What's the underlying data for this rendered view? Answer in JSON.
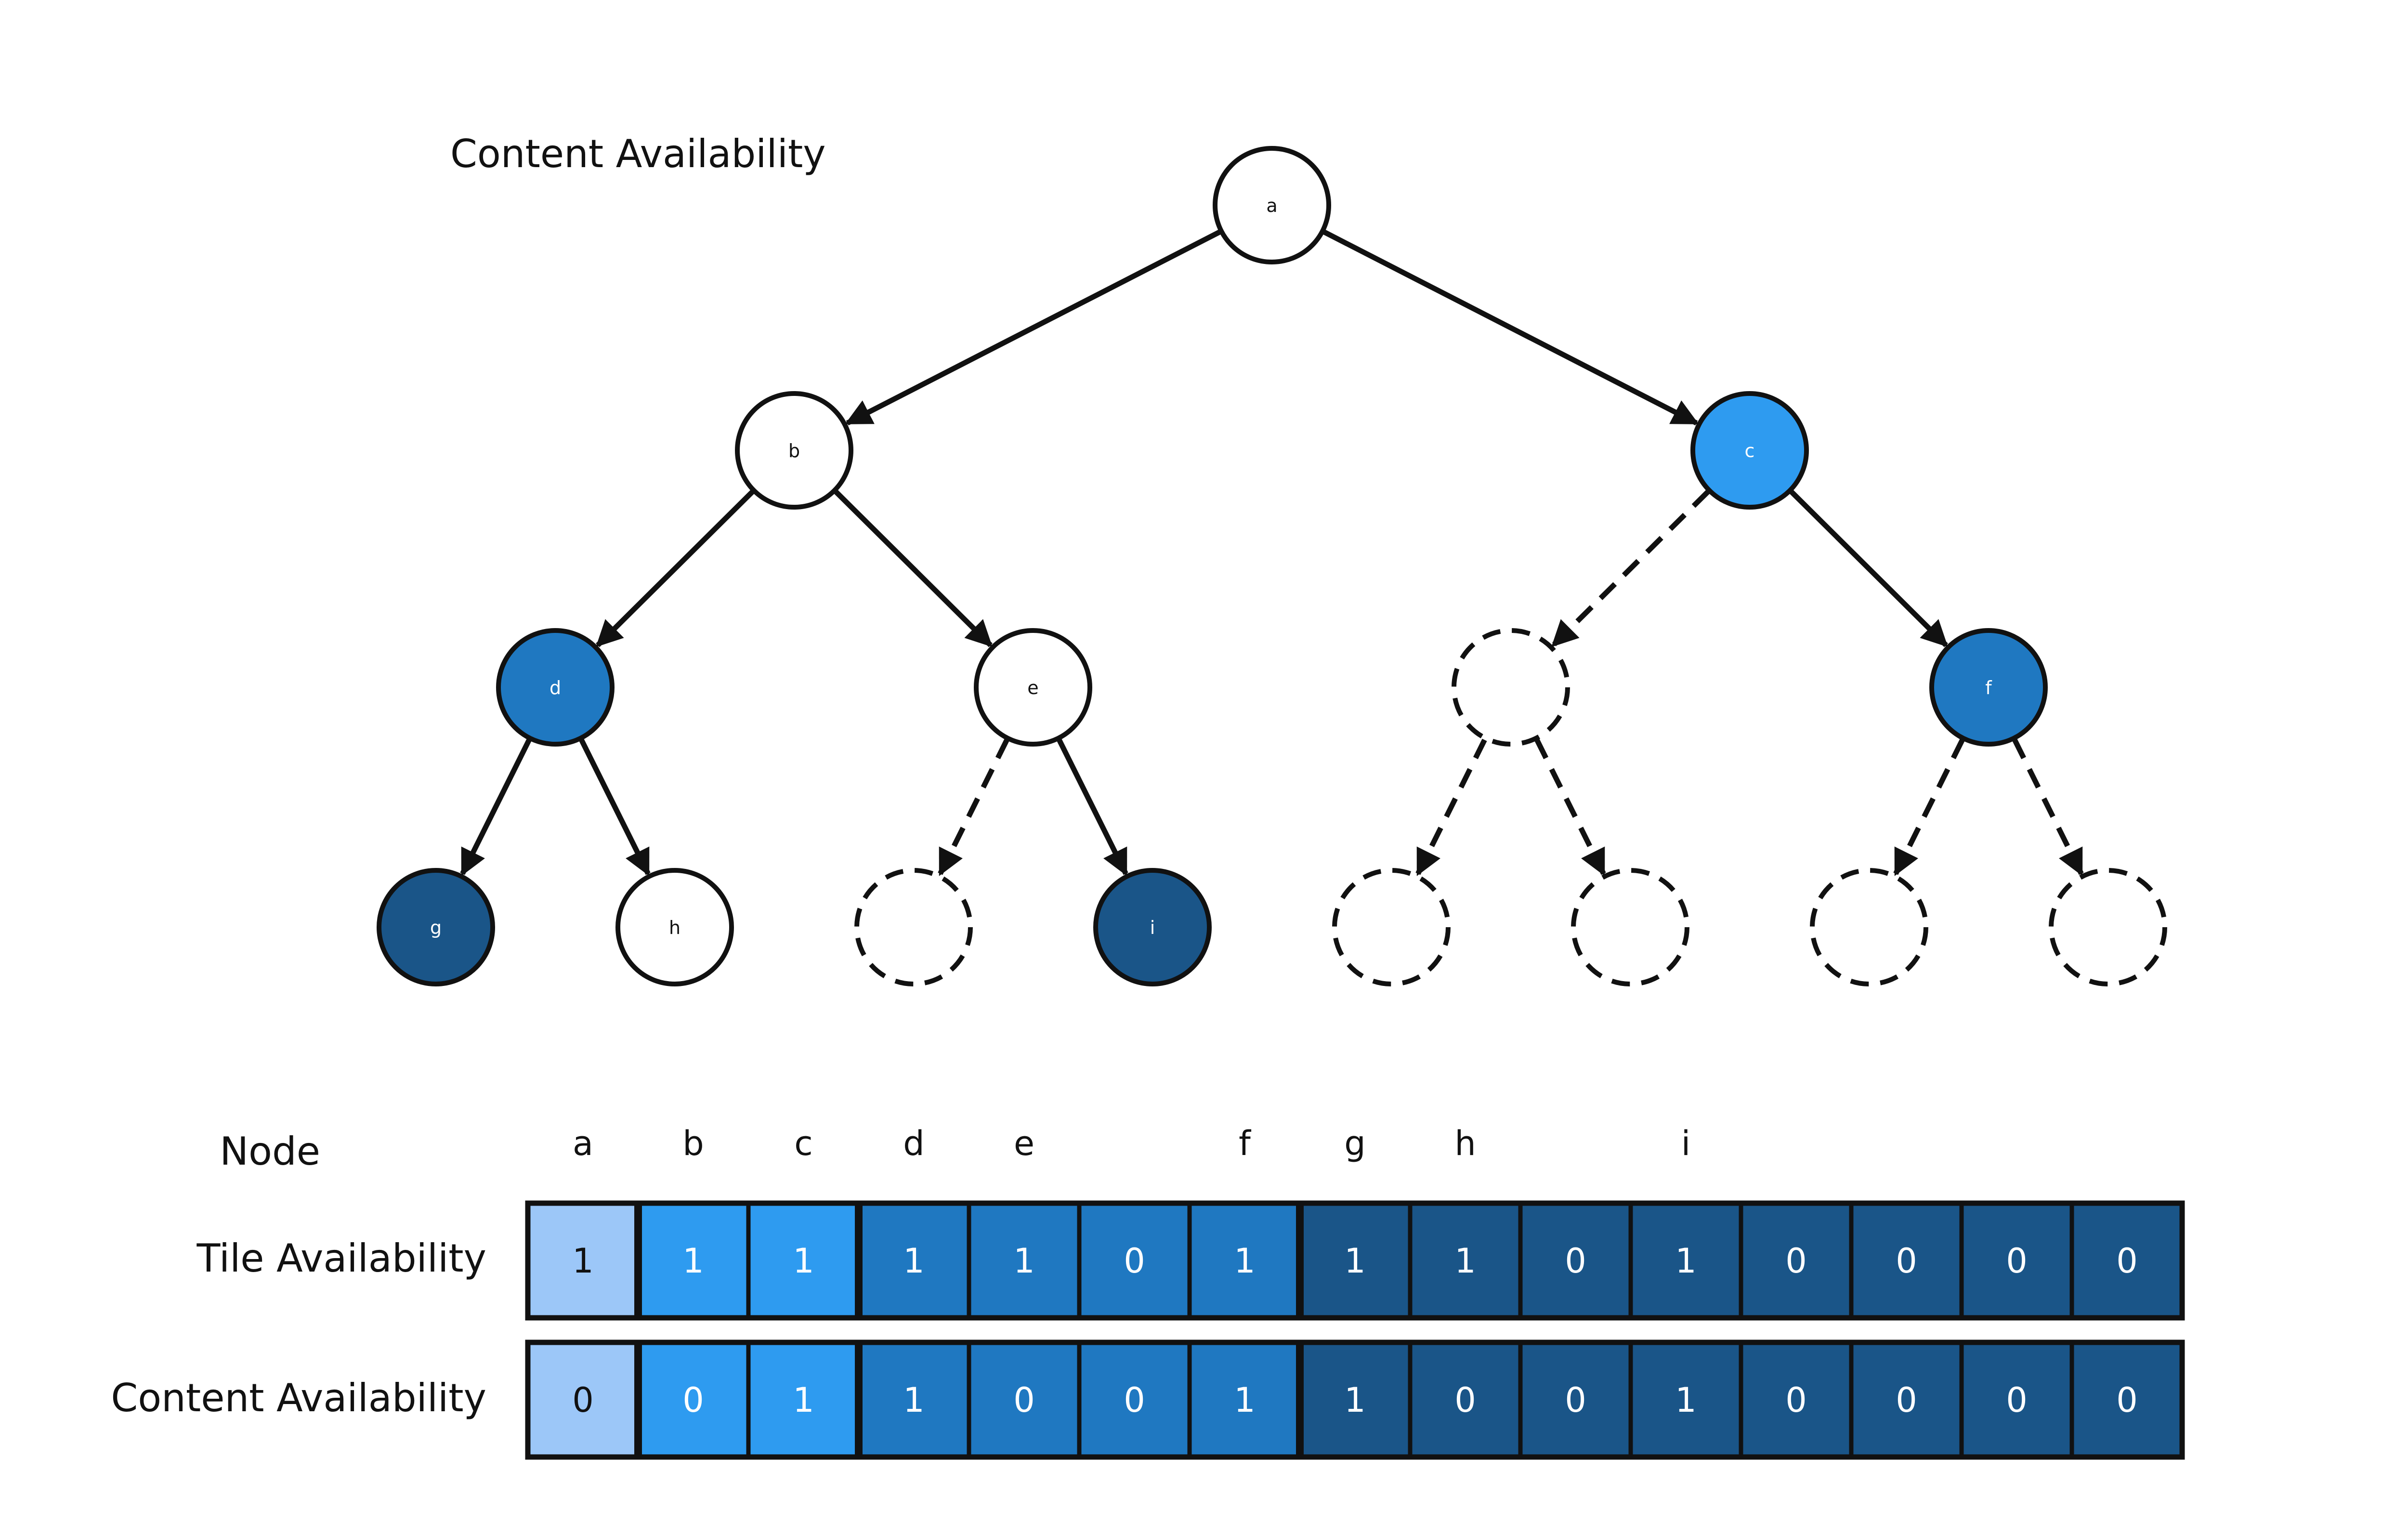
{
  "title": "Content Availability",
  "colors": {
    "white": "#ffffff",
    "light": "#9cc7f8",
    "bright": "#2e9bf0",
    "medium": "#1f78c1",
    "dark": "#1a5588",
    "stroke": "#111111"
  },
  "tree": {
    "nodes": [
      {
        "id": "n-a",
        "label": "a",
        "fill": "white",
        "style": "solid"
      },
      {
        "id": "n-b",
        "label": "b",
        "fill": "white",
        "style": "solid"
      },
      {
        "id": "n-c",
        "label": "c",
        "fill": "bright",
        "style": "solid"
      },
      {
        "id": "n-d",
        "label": "d",
        "fill": "medium",
        "style": "solid"
      },
      {
        "id": "n-e",
        "label": "e",
        "fill": "white",
        "style": "solid"
      },
      {
        "id": "n-u1",
        "label": "",
        "fill": "white",
        "style": "dashed"
      },
      {
        "id": "n-f",
        "label": "f",
        "fill": "medium",
        "style": "solid"
      },
      {
        "id": "n-g",
        "label": "g",
        "fill": "dark",
        "style": "solid"
      },
      {
        "id": "n-h",
        "label": "h",
        "fill": "white",
        "style": "solid"
      },
      {
        "id": "n-u2",
        "label": "",
        "fill": "white",
        "style": "dashed"
      },
      {
        "id": "n-i",
        "label": "i",
        "fill": "dark",
        "style": "solid"
      },
      {
        "id": "n-u3",
        "label": "",
        "fill": "white",
        "style": "dashed"
      },
      {
        "id": "n-u4",
        "label": "",
        "fill": "white",
        "style": "dashed"
      },
      {
        "id": "n-u5",
        "label": "",
        "fill": "white",
        "style": "dashed"
      },
      {
        "id": "n-u6",
        "label": "",
        "fill": "white",
        "style": "dashed"
      }
    ],
    "edges": [
      {
        "from": "n-a",
        "to": "n-b",
        "style": "solid"
      },
      {
        "from": "n-a",
        "to": "n-c",
        "style": "solid"
      },
      {
        "from": "n-b",
        "to": "n-d",
        "style": "solid"
      },
      {
        "from": "n-b",
        "to": "n-e",
        "style": "solid"
      },
      {
        "from": "n-c",
        "to": "n-u1",
        "style": "dashed"
      },
      {
        "from": "n-c",
        "to": "n-f",
        "style": "solid"
      },
      {
        "from": "n-d",
        "to": "n-g",
        "style": "solid"
      },
      {
        "from": "n-d",
        "to": "n-h",
        "style": "solid"
      },
      {
        "from": "n-e",
        "to": "n-u2",
        "style": "dashed"
      },
      {
        "from": "n-e",
        "to": "n-i",
        "style": "solid"
      },
      {
        "from": "n-u1",
        "to": "n-u3",
        "style": "dashed"
      },
      {
        "from": "n-u1",
        "to": "n-u4",
        "style": "dashed"
      },
      {
        "from": "n-f",
        "to": "n-u5",
        "style": "dashed"
      },
      {
        "from": "n-f",
        "to": "n-u6",
        "style": "dashed"
      }
    ]
  },
  "table": {
    "node_row_label": "Node",
    "tile_row_label": "Tile Availability",
    "content_row_label": "Content Availability",
    "cells": [
      {
        "node": "a",
        "tile": "1",
        "content": "0",
        "fill": "light"
      },
      {
        "node": "b",
        "tile": "1",
        "content": "0",
        "fill": "bright"
      },
      {
        "node": "c",
        "tile": "1",
        "content": "1",
        "fill": "bright"
      },
      {
        "node": "d",
        "tile": "1",
        "content": "1",
        "fill": "medium"
      },
      {
        "node": "e",
        "tile": "1",
        "content": "0",
        "fill": "medium"
      },
      {
        "node": "",
        "tile": "0",
        "content": "0",
        "fill": "medium"
      },
      {
        "node": "f",
        "tile": "1",
        "content": "1",
        "fill": "medium"
      },
      {
        "node": "g",
        "tile": "1",
        "content": "1",
        "fill": "dark"
      },
      {
        "node": "h",
        "tile": "1",
        "content": "0",
        "fill": "dark"
      },
      {
        "node": "",
        "tile": "0",
        "content": "0",
        "fill": "dark"
      },
      {
        "node": "i",
        "tile": "1",
        "content": "1",
        "fill": "dark"
      },
      {
        "node": "",
        "tile": "0",
        "content": "0",
        "fill": "dark"
      },
      {
        "node": "",
        "tile": "0",
        "content": "0",
        "fill": "dark"
      },
      {
        "node": "",
        "tile": "0",
        "content": "0",
        "fill": "dark"
      },
      {
        "node": "",
        "tile": "0",
        "content": "0",
        "fill": "dark"
      }
    ]
  }
}
